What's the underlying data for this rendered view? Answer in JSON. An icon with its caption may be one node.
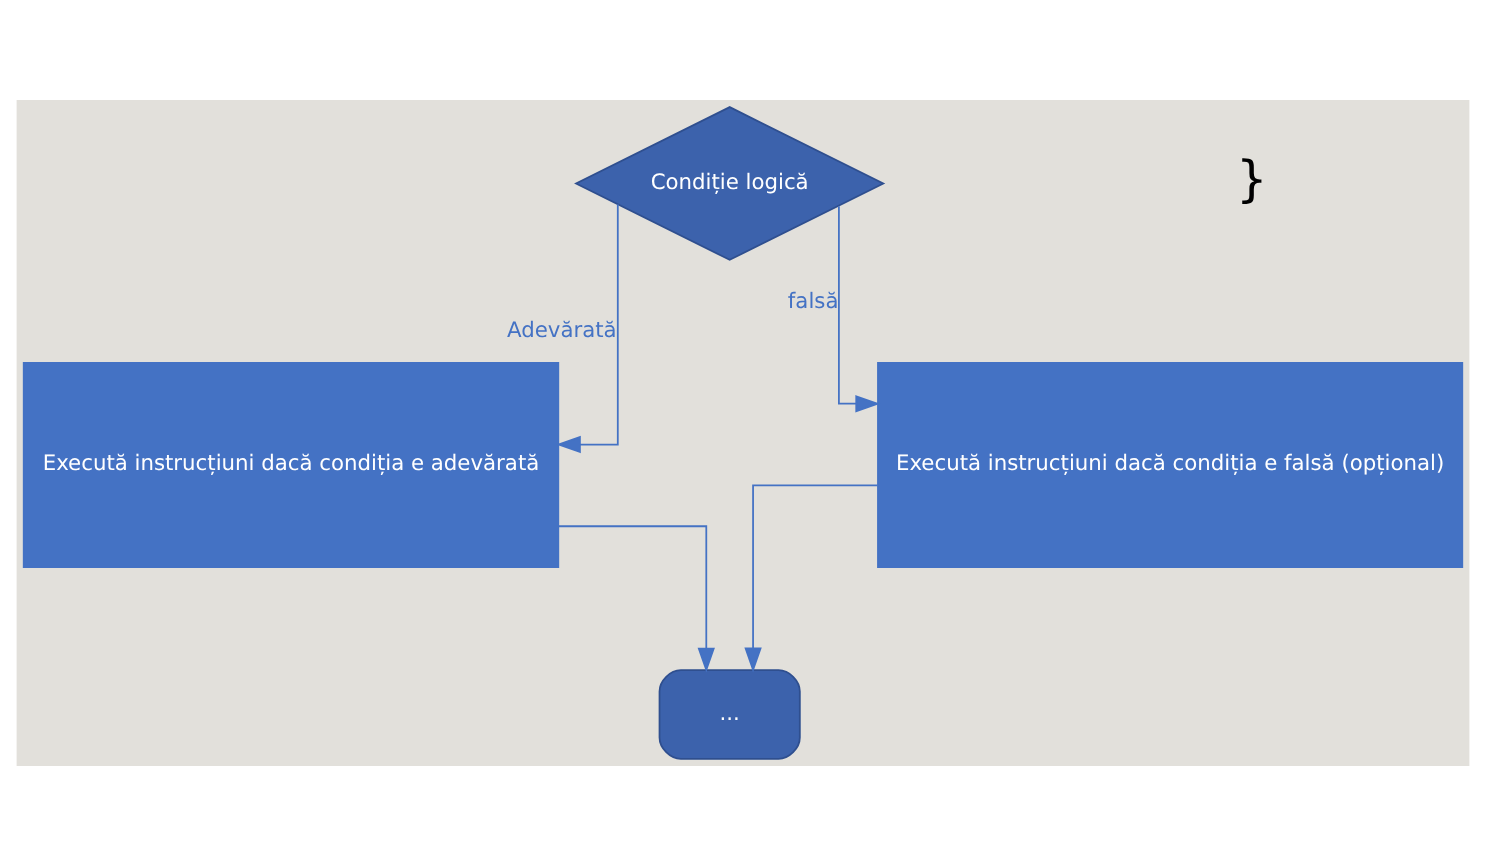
{
  "diagram": {
    "nodes": [
      {
        "text": [
          "Condiție logică"
        ]
      },
      {
        "text": [
          "Execută instrucțiuni dacă condiția e adevărată"
        ]
      },
      {
        "text": [
          "Execută instrucțiuni dacă condiția e falsă (opțional)"
        ]
      },
      {
        "text": [
          "..."
        ]
      }
    ],
    "edges": [
      {
        "from": 0,
        "to": 1,
        "arrow": "to",
        "label": "Adevărată"
      },
      {
        "from": 0,
        "to": 2,
        "arrow": "to",
        "label": "falsă"
      },
      {
        "from": 1,
        "to": 3,
        "arrow": "to"
      },
      {
        "from": 2,
        "to": 3,
        "arrow": "to"
      }
    ],
    "labels": [
      "}"
    ]
  }
}
